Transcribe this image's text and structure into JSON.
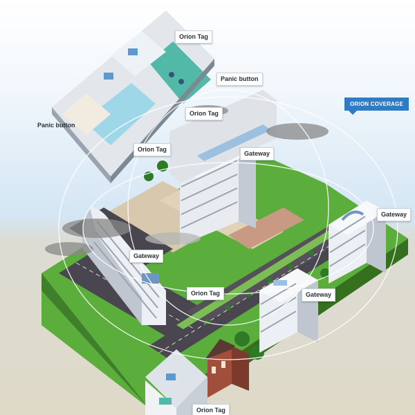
{
  "labels": {
    "orion_tag_top": "Orion Tag",
    "panic_button_right": "Panic button",
    "panic_button_left": "Panic button",
    "orion_tag_mid": "Orion Tag",
    "orion_tag_left": "Orion Tag",
    "gateway_center": "Gateway",
    "gateway_right": "Gateway",
    "gateway_left": "Gateway",
    "orion_tag_road": "Orion Tag",
    "gateway_lower": "Gateway",
    "orion_tag_bottom": "Orion Tag"
  },
  "coverage": {
    "title": "ORION COVERAGE",
    "color": "#2f7cc4"
  },
  "colors": {
    "grass": "#5cae3c",
    "road": "#4a4650",
    "coverage_ring": "#ffffff"
  }
}
